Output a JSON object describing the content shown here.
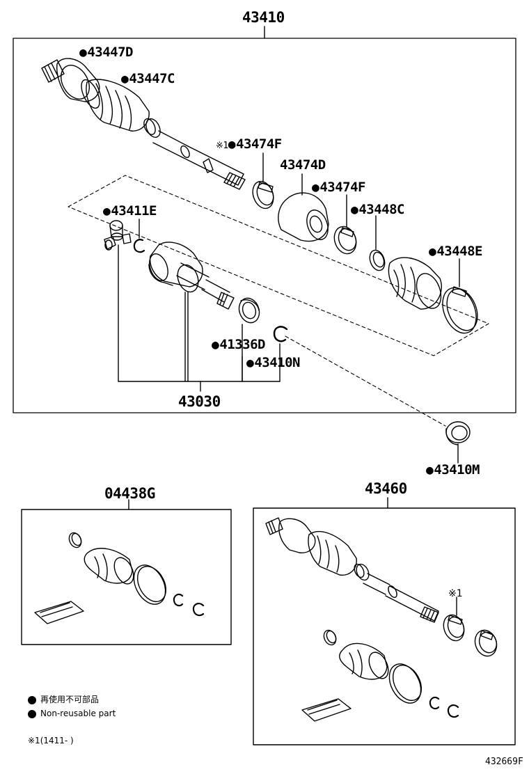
{
  "labels": {
    "assembly_main": "43410",
    "outer_boot_clamp_large": "43447D",
    "outer_boot_clamp_small": "43447C",
    "damper_clamp_a": "43474F",
    "damper_clamp_mark": "※1",
    "damper": "43474D",
    "damper_clamp_b": "43474F",
    "tripod_joint": "43411E",
    "inner_boot_clamp_small": "43448C",
    "inner_boot_clamp_large": "43448E",
    "dust_seal": "41336D",
    "snap_ring": "43410N",
    "inboard_joint_assy": "43030",
    "bearing": "43410M",
    "boot_kit": "04438G",
    "shaft_assy": "43460",
    "kit_mark": "※1"
  },
  "legend": {
    "jp": "再使用不可部品",
    "en": "Non-reusable part",
    "note": "※1(1411-   )"
  },
  "figure_number": "432669F",
  "colors": {
    "line": "#000000",
    "background": "#ffffff"
  }
}
